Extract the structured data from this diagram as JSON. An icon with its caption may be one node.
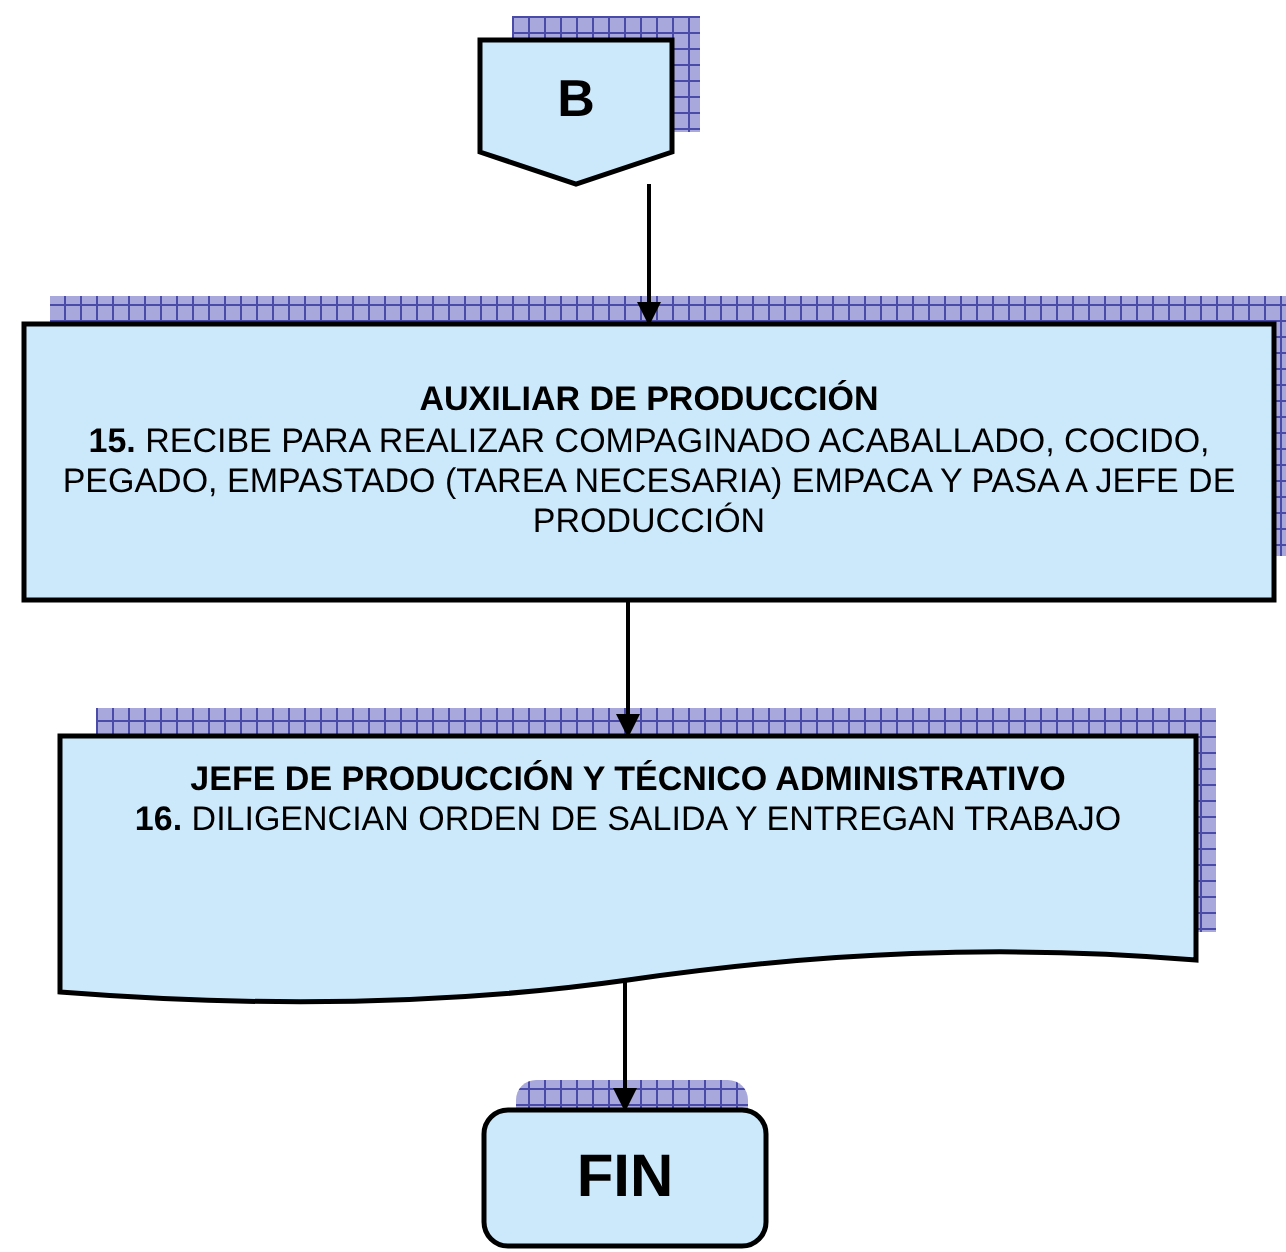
{
  "diagram": {
    "nodes": [
      {
        "text": [
          "B"
        ]
      },
      {
        "text": [
          "AUXILIAR DE PRODUCCIÓN",
          "**15.** RECIBE PARA REALIZAR COMPAGINADO ACABALLADO, COCIDO, PEGADO, EMPASTADO (TAREA NECESARIA) EMPACA Y PASA A JEFE DE PRODUCCIÓN"
        ]
      },
      {
        "text": [
          "JEFE DE PRODUCCIÓN Y TÉCNICO ADMINISTRATIVO",
          "**16.** DILIGENCIAN ORDEN DE SALIDA Y ENTREGAN TRABAJO"
        ]
      },
      {
        "text": [
          "FIN"
        ]
      }
    ],
    "edges": [
      {
        "from": 0,
        "to": 1,
        "arrow": "to"
      },
      {
        "from": 1,
        "to": 2,
        "arrow": "to"
      },
      {
        "from": 2,
        "to": 3,
        "arrow": "to"
      }
    ]
  }
}
